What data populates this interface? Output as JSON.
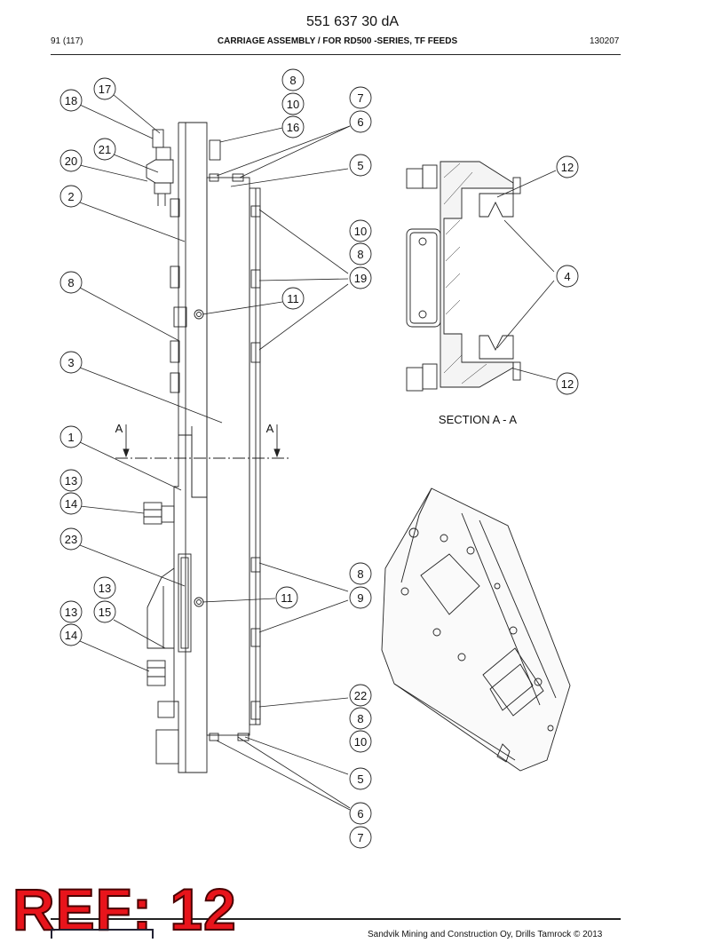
{
  "header": {
    "doc_number": "551 637 30 dA",
    "page": "91 (117)",
    "title": "CARRIAGE ASSEMBLY / FOR RD500 -SERIES, TF FEEDS",
    "date": "130207"
  },
  "callouts": {
    "c17": "17",
    "c18": "18",
    "c21": "21",
    "c20": "20",
    "c2": "2",
    "c8a": "8",
    "c3": "3",
    "c1": "1",
    "c13a": "13",
    "c14a": "14",
    "c23": "23",
    "c13b": "13",
    "c13c": "13",
    "c15": "15",
    "c14b": "14",
    "c8t": "8",
    "c10t": "10",
    "c16": "16",
    "c7t": "7",
    "c6t": "6",
    "c5t": "5",
    "c10m": "10",
    "c8m": "8",
    "c19": "19",
    "c11a": "11",
    "c8l": "8",
    "c9": "9",
    "c11b": "11",
    "c22": "22",
    "c8b": "8",
    "c10b": "10",
    "c5b": "5",
    "c6b": "6",
    "c7b": "7",
    "c12a": "12",
    "c4": "4",
    "c12b": "12"
  },
  "section_marks": {
    "left": "A",
    "right": "A"
  },
  "section_label": "SECTION  A - A",
  "stamp": "REF: 12",
  "footer": "Sandvik Mining and Construction Oy, Drills Tamrock © 2013"
}
